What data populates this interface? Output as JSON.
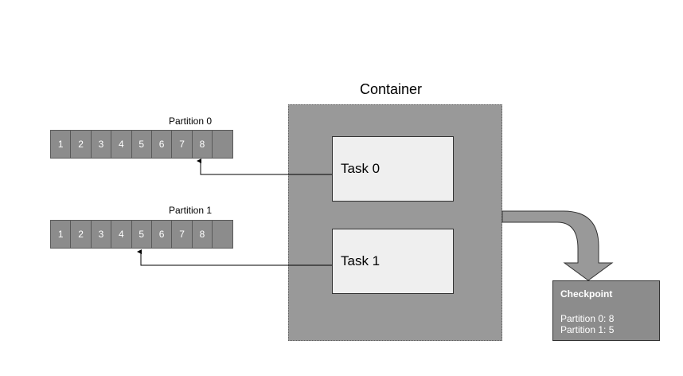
{
  "container": {
    "title": "Container"
  },
  "partitions": [
    {
      "label": "Partition 0",
      "cells": [
        "1",
        "2",
        "3",
        "4",
        "5",
        "6",
        "7",
        "8",
        ""
      ]
    },
    {
      "label": "Partition 1",
      "cells": [
        "1",
        "2",
        "3",
        "4",
        "5",
        "6",
        "7",
        "8",
        ""
      ]
    }
  ],
  "tasks": [
    {
      "label": "Task 0",
      "points_to_partition": "Partition 0",
      "offset": 8
    },
    {
      "label": "Task 1",
      "points_to_partition": "Partition 1",
      "offset": 5
    }
  ],
  "checkpoint": {
    "title": "Checkpoint",
    "lines": [
      "Partition 0: 8",
      "Partition 1: 5"
    ]
  },
  "colors": {
    "container_fill": "#999999",
    "cell_fill": "#8c8c8c",
    "task_fill": "#efefef",
    "checkpoint_fill": "#8c8c8c"
  }
}
